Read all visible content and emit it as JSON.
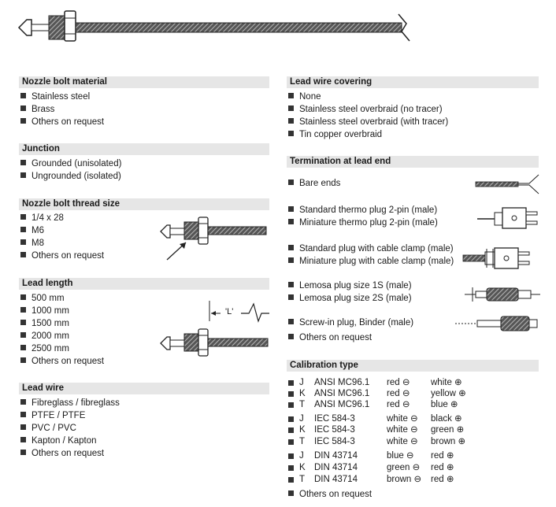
{
  "left": {
    "nozzle_material": {
      "title": "Nozzle bolt material",
      "items": [
        "Stainless steel",
        "Brass",
        "Others on request"
      ]
    },
    "junction": {
      "title": "Junction",
      "items": [
        "Grounded (unisolated)",
        "Ungrounded (isolated)"
      ]
    },
    "thread_size": {
      "title": "Nozzle bolt thread size",
      "items": [
        "1/4 x 28",
        "M6",
        "M8",
        "Others on request"
      ]
    },
    "lead_length": {
      "title": "Lead length",
      "items": [
        "500 mm",
        "1000 mm",
        "1500 mm",
        "2000 mm",
        "2500 mm",
        "Others on request"
      ],
      "dimension_label": "'L'"
    },
    "lead_wire": {
      "title": "Lead wire",
      "items": [
        "Fibreglass / fibreglass",
        "PTFE / PTFE",
        "PVC / PVC",
        "Kapton / Kapton",
        "Others on request"
      ]
    }
  },
  "right": {
    "covering": {
      "title": "Lead wire covering",
      "items": [
        "None",
        "Stainless steel overbraid (no tracer)",
        "Stainless steel overbraid (with tracer)",
        "Tin copper overbraid"
      ]
    },
    "termination": {
      "title": "Termination at lead end",
      "items": [
        "Bare ends",
        "Standard thermo plug 2-pin (male)",
        "Miniature thermo plug 2-pin (male)",
        "Standard plug with cable clamp (male)",
        "Miniature plug with cable clamp (male)",
        "Lemosa plug size 1S (male)",
        "Lemosa plug size 2S (male)",
        "Screw-in plug, Binder (male)",
        "Others on request"
      ]
    },
    "calibration": {
      "title": "Calibration type",
      "rows": [
        {
          "type": "J",
          "std": "ANSI MC96.1",
          "neg": "red ⊖",
          "pos": "white ⊕"
        },
        {
          "type": "K",
          "std": "ANSI MC96.1",
          "neg": "red ⊖",
          "pos": "yellow ⊕"
        },
        {
          "type": "T",
          "std": "ANSI MC96.1",
          "neg": "red ⊖",
          "pos": "blue ⊕"
        },
        {
          "type": "J",
          "std": "IEC 584-3",
          "neg": "white ⊖",
          "pos": "black ⊕"
        },
        {
          "type": "K",
          "std": "IEC 584-3",
          "neg": "white ⊖",
          "pos": "green ⊕"
        },
        {
          "type": "T",
          "std": "IEC 584-3",
          "neg": "white ⊖",
          "pos": "brown ⊕"
        },
        {
          "type": "J",
          "std": "DIN 43714",
          "neg": "blue ⊖",
          "pos": "red ⊕"
        },
        {
          "type": "K",
          "std": "DIN 43714",
          "neg": "green ⊖",
          "pos": "red ⊕"
        },
        {
          "type": "T",
          "std": "DIN 43714",
          "neg": "brown ⊖",
          "pos": "red ⊕"
        }
      ],
      "footer": "Others on request"
    }
  }
}
